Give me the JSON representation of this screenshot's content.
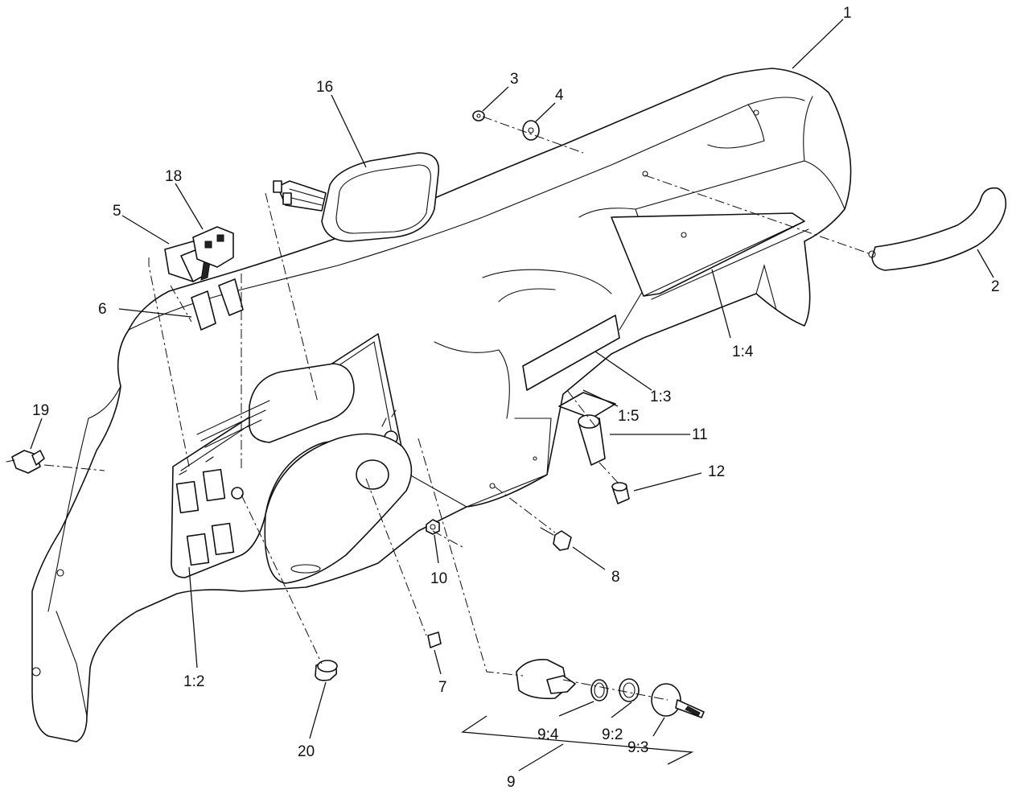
{
  "callouts": {
    "c1": "1",
    "c2": "2",
    "c3": "3",
    "c4": "4",
    "c5": "5",
    "c6": "6",
    "c7": "7",
    "c8": "8",
    "c9": "9",
    "c10": "10",
    "c11": "11",
    "c12": "12",
    "c16": "16",
    "c18": "18",
    "c19": "19",
    "c20": "20",
    "c1_2": "1:2",
    "c1_3": "1:3",
    "c1_4": "1:4",
    "c1_5": "1:5",
    "c9_2": "9:2",
    "c9_3": "9:3",
    "c9_4": "9:4"
  },
  "colors": {
    "line": "#111111",
    "fill": "#ffffff"
  }
}
